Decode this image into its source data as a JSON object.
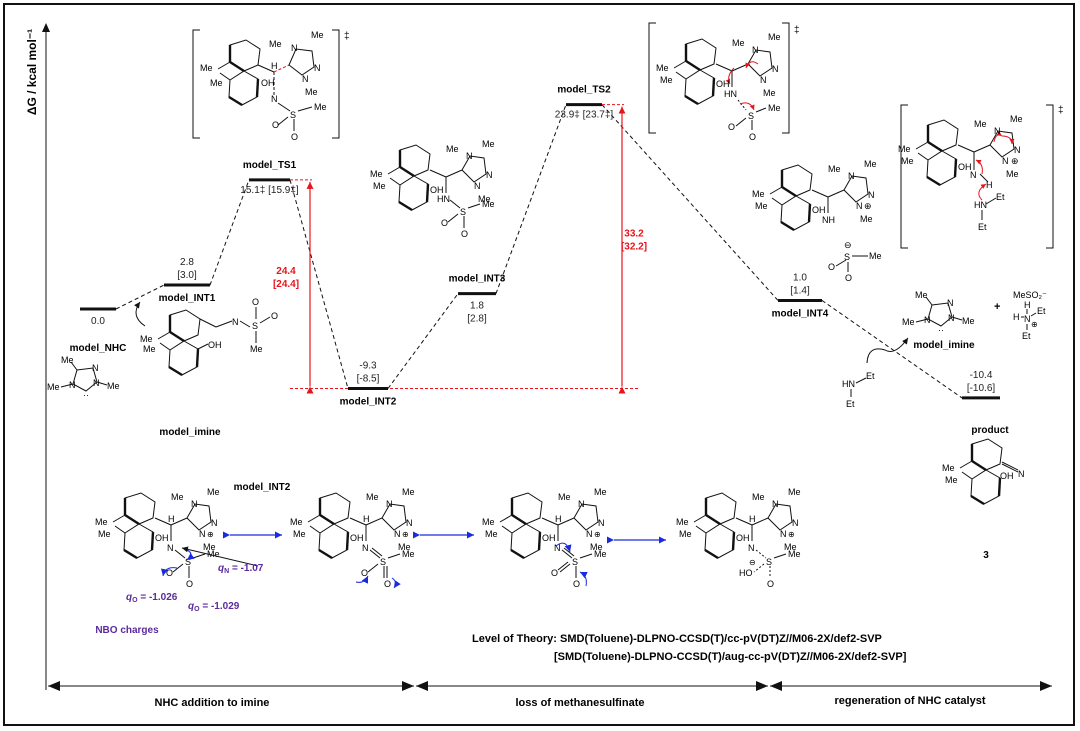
{
  "chart_data": {
    "type": "energy-profile",
    "ylabel": "ΔG / kcal mol⁻¹",
    "states": [
      {
        "id": "model_NHC",
        "label": "model_NHC",
        "value": 0.0,
        "alt": null,
        "ts": false,
        "value_text": "0.0",
        "alt_text": ""
      },
      {
        "id": "model_INT1",
        "label": "model_INT1",
        "value": 2.8,
        "alt": 3.0,
        "ts": false,
        "value_text": "2.8",
        "alt_text": "[3.0]"
      },
      {
        "id": "model_TS1",
        "label": "model_TS1",
        "value": 15.1,
        "alt": 15.9,
        "ts": true,
        "value_text": "15.1‡",
        "alt_text": "[15.9‡]"
      },
      {
        "id": "model_INT2",
        "label": "model_INT2",
        "value": -9.3,
        "alt": -8.5,
        "ts": false,
        "value_text": "-9.3",
        "alt_text": "[-8.5]"
      },
      {
        "id": "model_INT3",
        "label": "model_INT3",
        "value": 1.8,
        "alt": 2.8,
        "ts": false,
        "value_text": "1.8",
        "alt_text": "[2.8]"
      },
      {
        "id": "model_TS2",
        "label": "model_TS2",
        "value": 23.9,
        "alt": 23.7,
        "ts": true,
        "value_text": "23.9‡",
        "alt_text": "[23.7‡]"
      },
      {
        "id": "model_INT4",
        "label": "model_INT4",
        "value": 1.0,
        "alt": 1.4,
        "ts": false,
        "value_text": "1.0",
        "alt_text": "[1.4]"
      },
      {
        "id": "product",
        "label": "product",
        "value": -10.4,
        "alt": -10.6,
        "ts": false,
        "value_text": "-10.4",
        "alt_text": "[-10.6]"
      }
    ],
    "barriers": [
      {
        "from": "model_INT2",
        "to": "model_TS1",
        "value": 24.4,
        "alt": 24.4,
        "value_text": "24.4",
        "alt_text": "[24.4]",
        "color": "#e8141c"
      },
      {
        "from": "model_INT2",
        "to": "model_TS2",
        "value": 33.2,
        "alt": 32.2,
        "value_text": "33.2",
        "alt_text": "[32.2]",
        "color": "#e8141c"
      }
    ],
    "stages": [
      {
        "label": "NHC addition to imine"
      },
      {
        "label": "loss of methanesulfinate"
      },
      {
        "label": "regeneration of NHC catalyst"
      }
    ]
  },
  "structures": {
    "model_imine_label": "model_imine",
    "model_imine_label_2": "model_imine",
    "ts_dagger": "‡",
    "product_compound_number": "3",
    "mesulfinate": "MeSO₂⁻",
    "plus": "+",
    "atoms": {
      "me": "Me",
      "oh": "OH",
      "n": "N",
      "s": "S",
      "o": "O",
      "h": "H",
      "hn": "HN",
      "nh": "NH",
      "et": "Et",
      "ho": "HO"
    }
  },
  "resonance": {
    "title": "model_INT2",
    "nbo_label": "NBO charges",
    "q_n": "q",
    "q_n_sub": "N",
    "q_n_val": " = -1.07",
    "q_o1_val": " = -1.026",
    "q_o2_val": " = -1.029",
    "q_o_sub": "O",
    "nbo_color": "#5b2a9c",
    "arrow_color": "#1a2ae0"
  },
  "theory": {
    "line1": "Level of Theory: SMD(Toluene)-DLPNO-CCSD(T)/cc-pV(DT)Z//M06-2X/def2-SVP",
    "line2": "[SMD(Toluene)-DLPNO-CCSD(T)/aug-cc-pV(DT)Z//M06-2X/def2-SVP]"
  }
}
